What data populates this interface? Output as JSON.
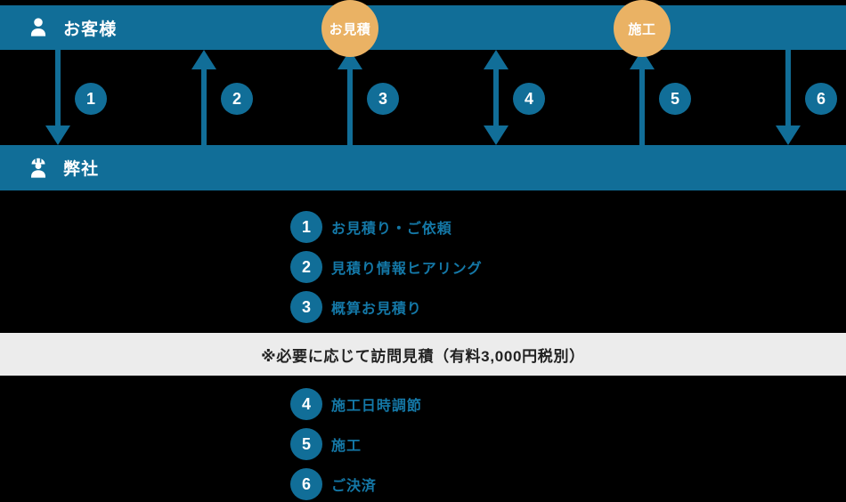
{
  "palette": {
    "blue": "#116e98",
    "list_text_blue": "#1478a7",
    "orange": "#eab264",
    "note_band_bg": "#ececec",
    "note_text": "#222222",
    "white": "#ffffff",
    "background": "#000000"
  },
  "lanes": {
    "customer": {
      "label": "お客様",
      "icon": "person-icon"
    },
    "company": {
      "label": "弊社",
      "icon": "worker-icon"
    }
  },
  "milestones": [
    {
      "label": "お見積"
    },
    {
      "label": "施工"
    }
  ],
  "arrows": [
    {
      "number": "1",
      "direction": "down"
    },
    {
      "number": "2",
      "direction": "up"
    },
    {
      "number": "3",
      "direction": "up"
    },
    {
      "number": "4",
      "direction": "both"
    },
    {
      "number": "5",
      "direction": "up"
    },
    {
      "number": "6",
      "direction": "down"
    }
  ],
  "steps_top": [
    {
      "number": "1",
      "label": "お見積り・ご依頼"
    },
    {
      "number": "2",
      "label": "見積り情報ヒアリング"
    },
    {
      "number": "3",
      "label": "概算お見積り"
    }
  ],
  "note": "※必要に応じて訪問見積（有料3,000円税別）",
  "steps_bottom": [
    {
      "number": "4",
      "label": "施工日時調節"
    },
    {
      "number": "5",
      "label": "施工"
    },
    {
      "number": "6",
      "label": "ご決済"
    }
  ]
}
